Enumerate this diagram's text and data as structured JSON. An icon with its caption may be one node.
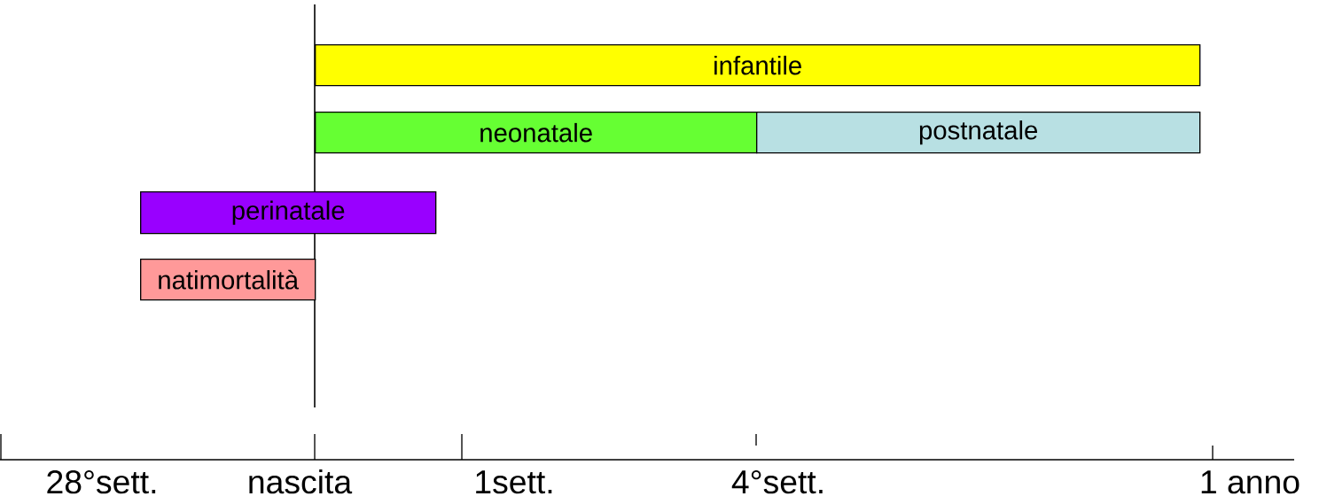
{
  "diagram": {
    "nodes": [
      {
        "text": [
          "infantile"
        ]
      },
      {
        "text": [
          "neonatale"
        ]
      },
      {
        "text": [
          "postnatale"
        ]
      },
      {
        "text": [
          "perinatale"
        ]
      },
      {
        "text": [
          "natimortalità"
        ]
      }
    ],
    "labels": [
      "28°sett.",
      "nascita",
      "1sett.",
      "4°sett.",
      "1 anno"
    ]
  }
}
